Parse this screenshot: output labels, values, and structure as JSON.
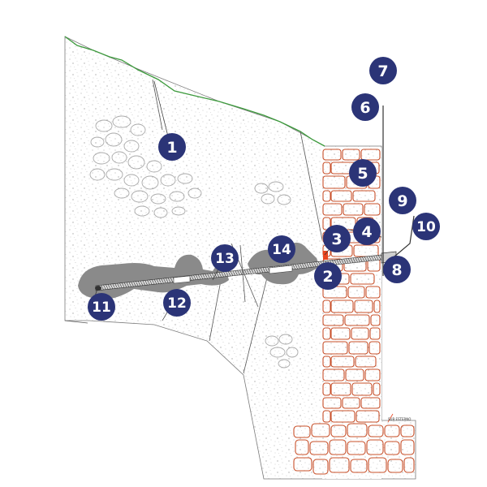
{
  "diagram": {
    "labels": [
      "1",
      "2",
      "3",
      "4",
      "5",
      "6",
      "7",
      "8",
      "9",
      "10",
      "11",
      "12",
      "13",
      "14"
    ],
    "small_text": "SUB ESTERNO",
    "colors": {
      "marker_fill": "#2b3477",
      "marker_text": "#ffffff",
      "ground_line": "#3c9a3c",
      "brick": "#c8502a",
      "grout": "#8a8a8a",
      "injection": "#e8451f",
      "concrete_speckle": "#b8b8b8"
    }
  }
}
